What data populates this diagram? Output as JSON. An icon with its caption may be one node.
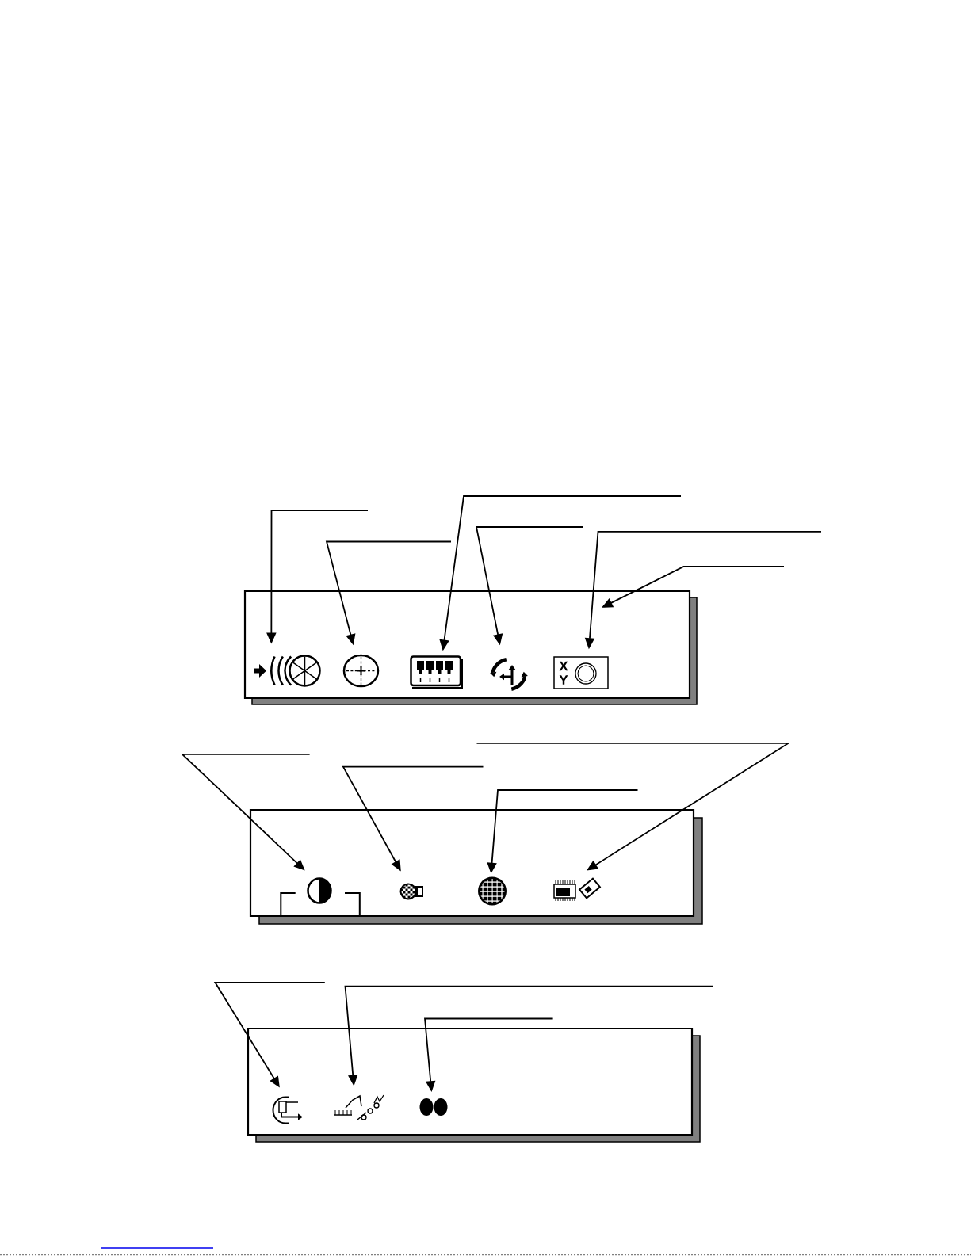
{
  "diagram": {
    "nodes": [
      {
        "text": [],
        "shape": "box"
      },
      {
        "text": [],
        "shape": "picture",
        "in": 0
      },
      {
        "text": [],
        "shape": "picture",
        "in": 0
      },
      {
        "text": [],
        "shape": "picture",
        "in": 0
      },
      {
        "text": [],
        "shape": "picture",
        "in": 0
      },
      {
        "text": [
          "X",
          "Y"
        ],
        "in": 0
      },
      {
        "text": [],
        "shape": "box"
      },
      {
        "text": [],
        "shape": "picture",
        "in": 6
      },
      {
        "text": [],
        "shape": "picture",
        "in": 6
      },
      {
        "text": [],
        "shape": "picture",
        "in": 6
      },
      {
        "text": [],
        "shape": "picture",
        "in": 6
      },
      {
        "text": [],
        "shape": "box"
      },
      {
        "text": [],
        "shape": "picture",
        "in": 11
      },
      {
        "text": [],
        "shape": "picture",
        "in": 11
      },
      {
        "text": [],
        "shape": "picture",
        "in": 11
      }
    ],
    "edges": [
      {
        "from": null,
        "to": 1,
        "arrow": "to"
      },
      {
        "from": null,
        "to": 2,
        "arrow": "to"
      },
      {
        "from": null,
        "to": 3,
        "arrow": "to"
      },
      {
        "from": null,
        "to": 4,
        "arrow": "to"
      },
      {
        "from": null,
        "to": 5,
        "arrow": "to"
      },
      {
        "from": null,
        "to": 0,
        "arrow": "to"
      },
      {
        "from": null,
        "to": 7,
        "arrow": "to"
      },
      {
        "from": null,
        "to": 8,
        "arrow": "to"
      },
      {
        "from": null,
        "to": 9,
        "arrow": "to"
      },
      {
        "from": null,
        "to": 10,
        "arrow": "to"
      },
      {
        "from": null,
        "to": 12,
        "arrow": "to"
      },
      {
        "from": null,
        "to": 13,
        "arrow": "to"
      },
      {
        "from": null,
        "to": 14,
        "arrow": "to"
      }
    ]
  }
}
